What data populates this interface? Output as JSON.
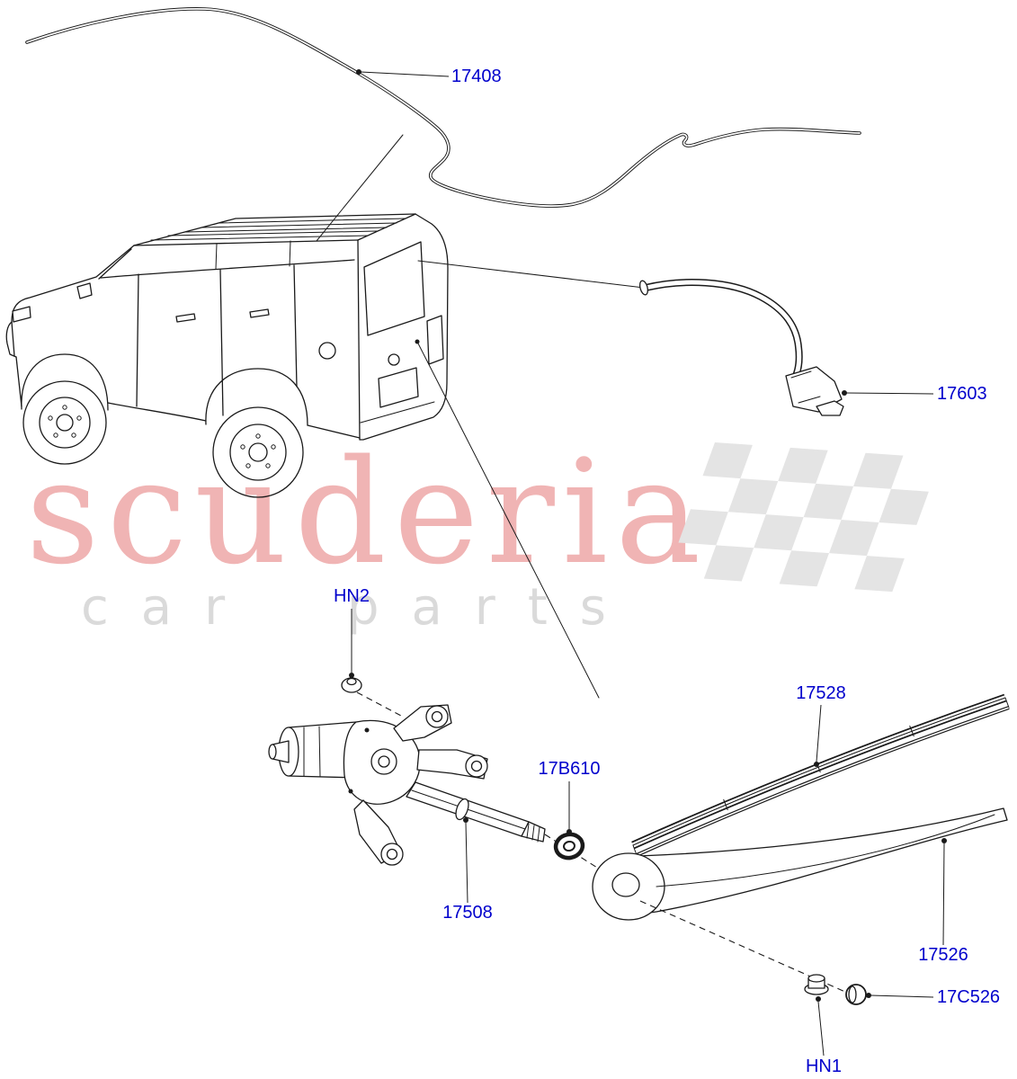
{
  "colors": {
    "label_blue": "#0000cc",
    "line_black": "#1a1a1a",
    "watermark_red": "#f0b4b4",
    "watermark_gray": "#dadada",
    "flag_gray": "#e4e4e4",
    "background": "#ffffff"
  },
  "watermark": {
    "brand": "scuderia",
    "tagline": "car parts"
  },
  "labels": {
    "washer_hose": "17408",
    "washer_jet": "17603",
    "motor_nut": "HN2",
    "wiper_blade": "17528",
    "spindle_grommet": "17B610",
    "wiper_motor": "17508",
    "wiper_arm": "17526",
    "pivot_cap": "17C526",
    "arm_nut": "HN1"
  }
}
